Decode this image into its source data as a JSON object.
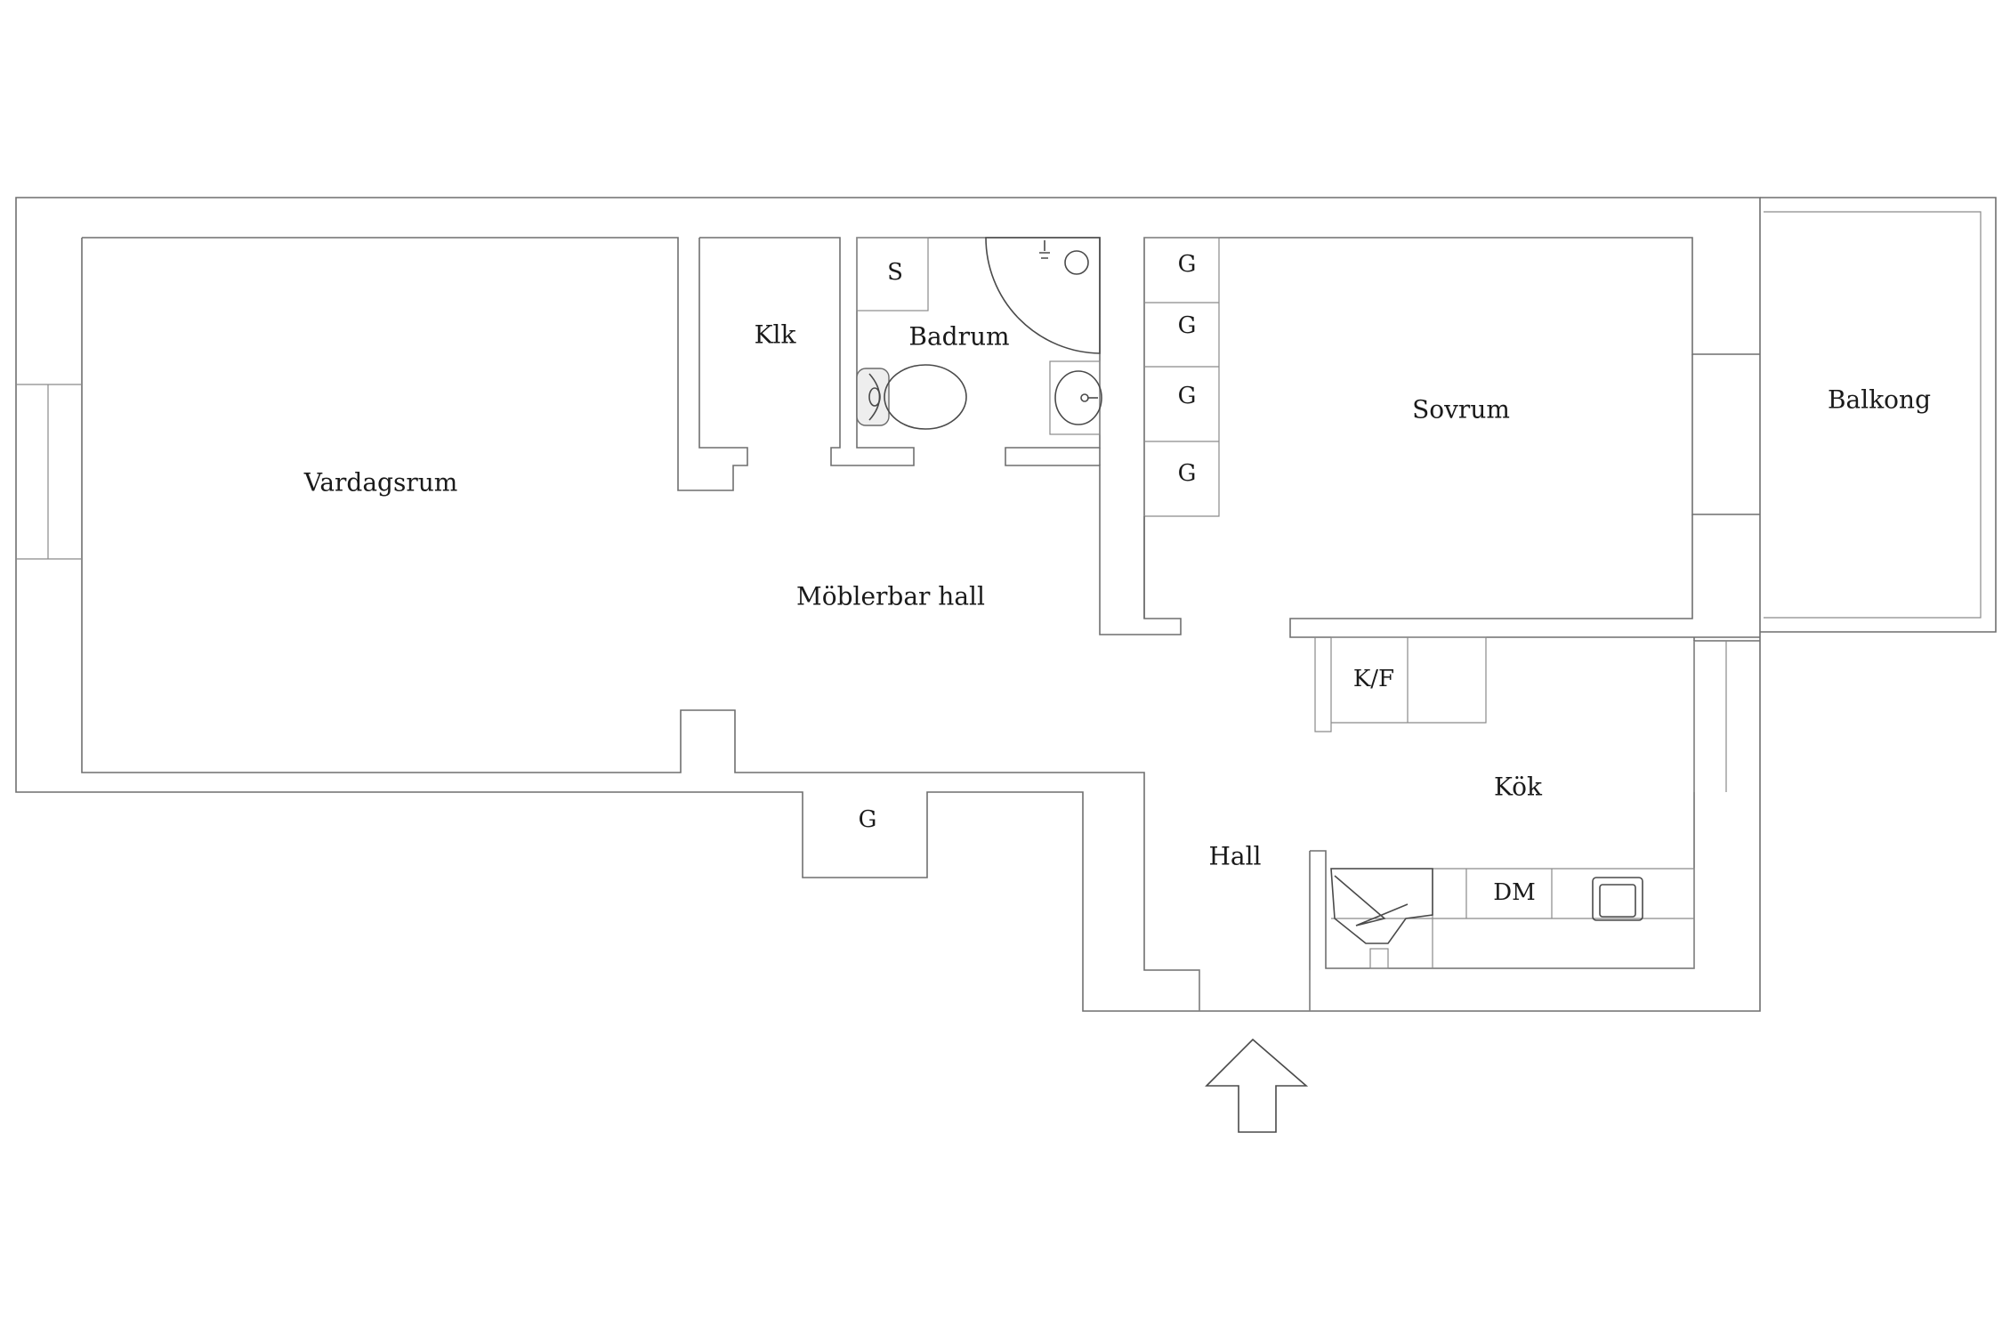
{
  "rooms": {
    "living_room": "Vardagsrum",
    "closet": "Klk",
    "bathroom": "Badrum",
    "furnishable_hall": "Möblerbar hall",
    "bedroom": "Sovrum",
    "balcony": "Balkong",
    "kitchen": "Kök",
    "entrance_hall": "Hall"
  },
  "fixtures": {
    "bath_s": "S",
    "wardrobe_1": "G",
    "wardrobe_2": "G",
    "wardrobe_3": "G",
    "wardrobe_4": "G",
    "wardrobe_hall": "G",
    "fridge_freezer": "K/F",
    "dishwasher": "DM"
  },
  "icons": [
    "entrance-arrow-icon",
    "toilet-icon",
    "sink-icon",
    "shower-icon",
    "stove-icon"
  ]
}
